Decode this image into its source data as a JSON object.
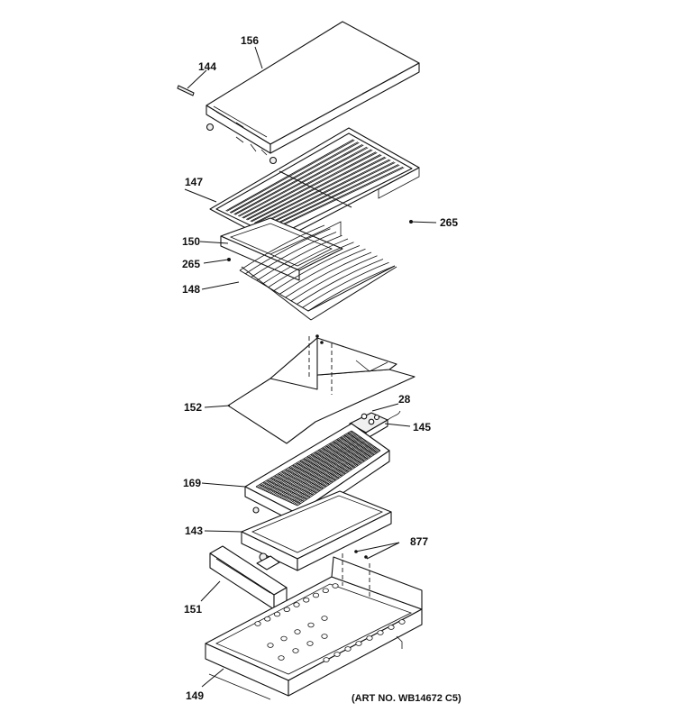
{
  "labels": {
    "p156": "156",
    "p144": "144",
    "p147": "147",
    "p265a": "265",
    "p150": "150",
    "p265b": "265",
    "p148": "148",
    "p152": "152",
    "p28": "28",
    "p145": "145",
    "p169": "169",
    "p143": "143",
    "p877": "877",
    "p151": "151",
    "p149": "149"
  },
  "art_number": "(ART NO. WB14672 C5)"
}
